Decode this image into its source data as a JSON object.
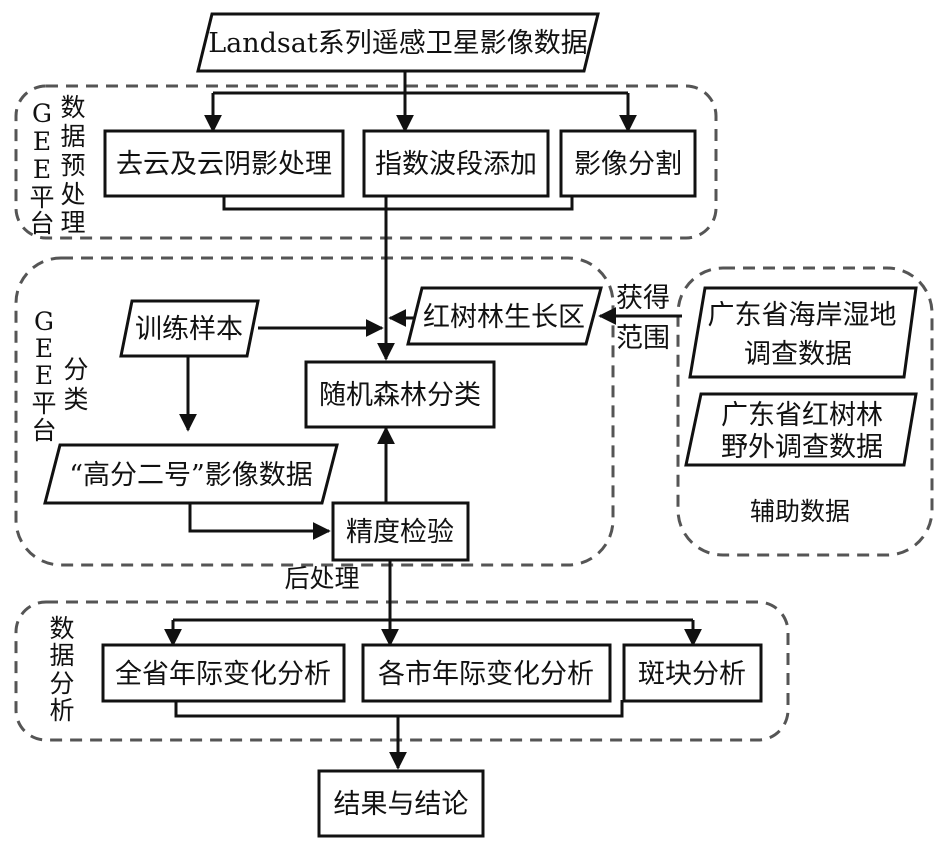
{
  "nodes": {
    "landsat": "Landsat系列遥感卫星影像数据",
    "cloud_removal": "去云及云阴影处理",
    "index_bands": "指数波段添加",
    "image_split": "影像分割",
    "mangrove_region": "红树林生长区",
    "training_samples": "训练样本",
    "random_forest": "随机森林分类",
    "gf2_image": "“高分二号”影像数据",
    "accuracy_check": "精度检验",
    "gd_wetland_line1": "广东省海岸湿地",
    "gd_wetland_line2": "调查数据",
    "gd_mangrove_line1": "广东省红树林",
    "gd_mangrove_line2": "野外调查数据",
    "province_change": "全省年际变化分析",
    "city_change": "各市年际变化分析",
    "patch_analysis": "斑块分析",
    "results": "结果与结论"
  },
  "groups": {
    "preprocessing": {
      "label_col1": [
        "G",
        "E",
        "E",
        "平",
        "台"
      ],
      "label_col2": [
        "数",
        "据",
        "预",
        "处",
        "理"
      ]
    },
    "classification": {
      "label_col1": [
        "G",
        "E",
        "E",
        "平",
        "台"
      ],
      "label_col2": [
        "分",
        "类"
      ]
    },
    "analysis": {
      "label_col": [
        "数",
        "据",
        "分",
        "析"
      ]
    },
    "auxiliary": {
      "label": "辅助数据"
    }
  },
  "edge_labels": {
    "get_range_1": "获得",
    "get_range_2": "范围",
    "post_processing": "后处理"
  }
}
